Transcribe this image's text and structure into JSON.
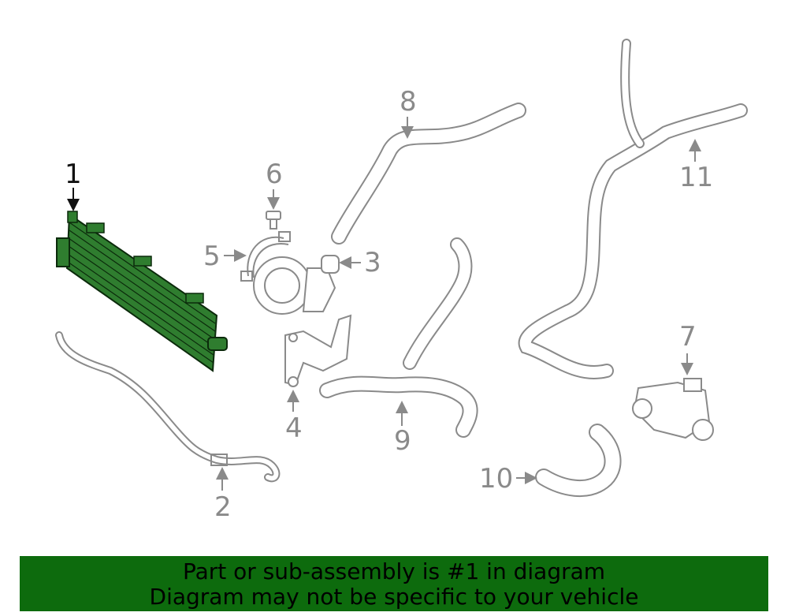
{
  "callouts": [
    {
      "label": "1",
      "active": true
    },
    {
      "label": "2",
      "active": false
    },
    {
      "label": "3",
      "active": false
    },
    {
      "label": "4",
      "active": false
    },
    {
      "label": "5",
      "active": false
    },
    {
      "label": "6",
      "active": false
    },
    {
      "label": "7",
      "active": false
    },
    {
      "label": "8",
      "active": false
    },
    {
      "label": "9",
      "active": false
    },
    {
      "label": "10",
      "active": false
    },
    {
      "label": "11",
      "active": false
    }
  ],
  "banner": {
    "line1": "Part or sub-assembly is #1 in diagram",
    "line2": "Diagram may not be specific to your vehicle"
  },
  "colors": {
    "highlight_part": "#2f7d2f",
    "banner_bg": "#0d6b0d",
    "line_gray": "#8a8a8a"
  }
}
